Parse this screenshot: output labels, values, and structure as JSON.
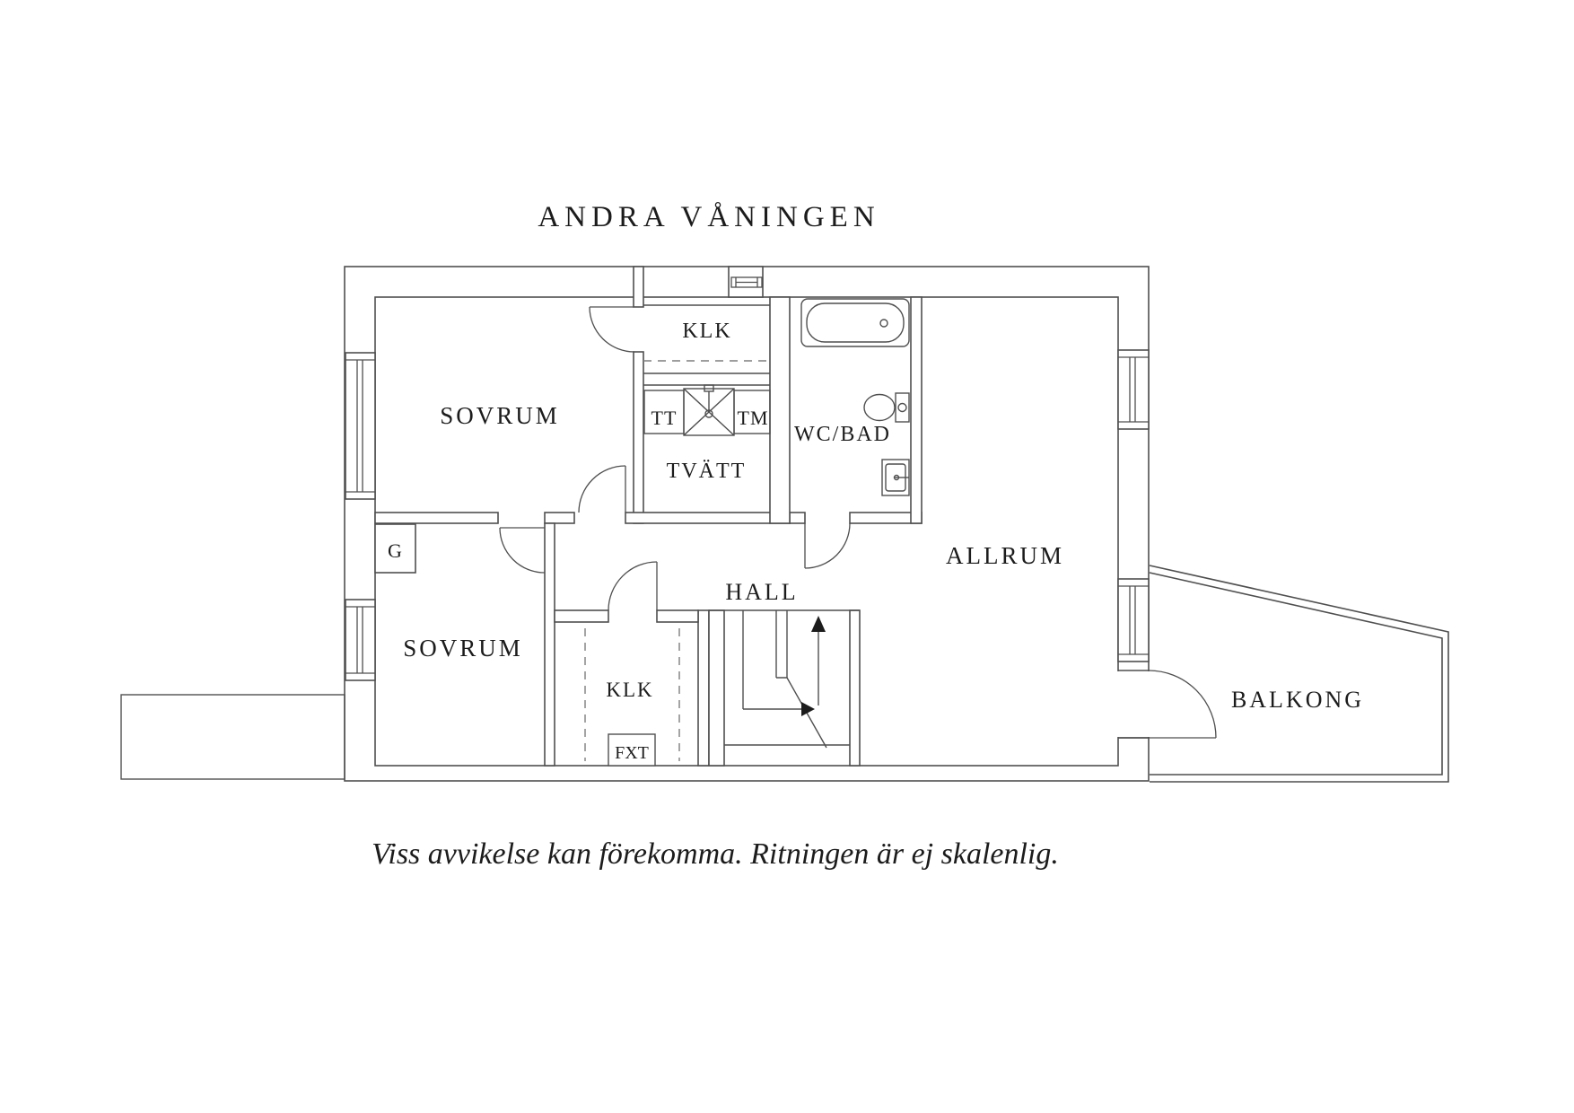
{
  "page": {
    "background": "#ffffff",
    "line_color": "#4f4f4f",
    "dash_color": "#7e7e7e",
    "text_color": "#1c1c1c"
  },
  "title": "ANDRA VÅNINGEN",
  "footer": "Viss avvikelse kan förekomma. Ritningen är ej skalenlig.",
  "rooms": {
    "sovrum_top": "SOVRUM",
    "sovrum_bottom": "SOVRUM",
    "klk_top": "KLK",
    "klk_bottom": "KLK",
    "tvatt": "TVÄTT",
    "wc_bad": "WC/BAD",
    "allrum": "ALLRUM",
    "hall": "HALL",
    "balkong": "BALKONG"
  },
  "fixtures": {
    "dryer": "TT",
    "washer": "TM",
    "wardrobe": "G",
    "fxt": "FXT"
  },
  "icons": {
    "bathtub": "bathtub-icon",
    "toilet": "toilet-icon",
    "sink": "sink-icon",
    "laundry_sink": "laundry-sink-icon",
    "stairs": "stairs-icon",
    "vent": "vent-icon",
    "window": "window-icon",
    "door": "door-arc-icon"
  }
}
